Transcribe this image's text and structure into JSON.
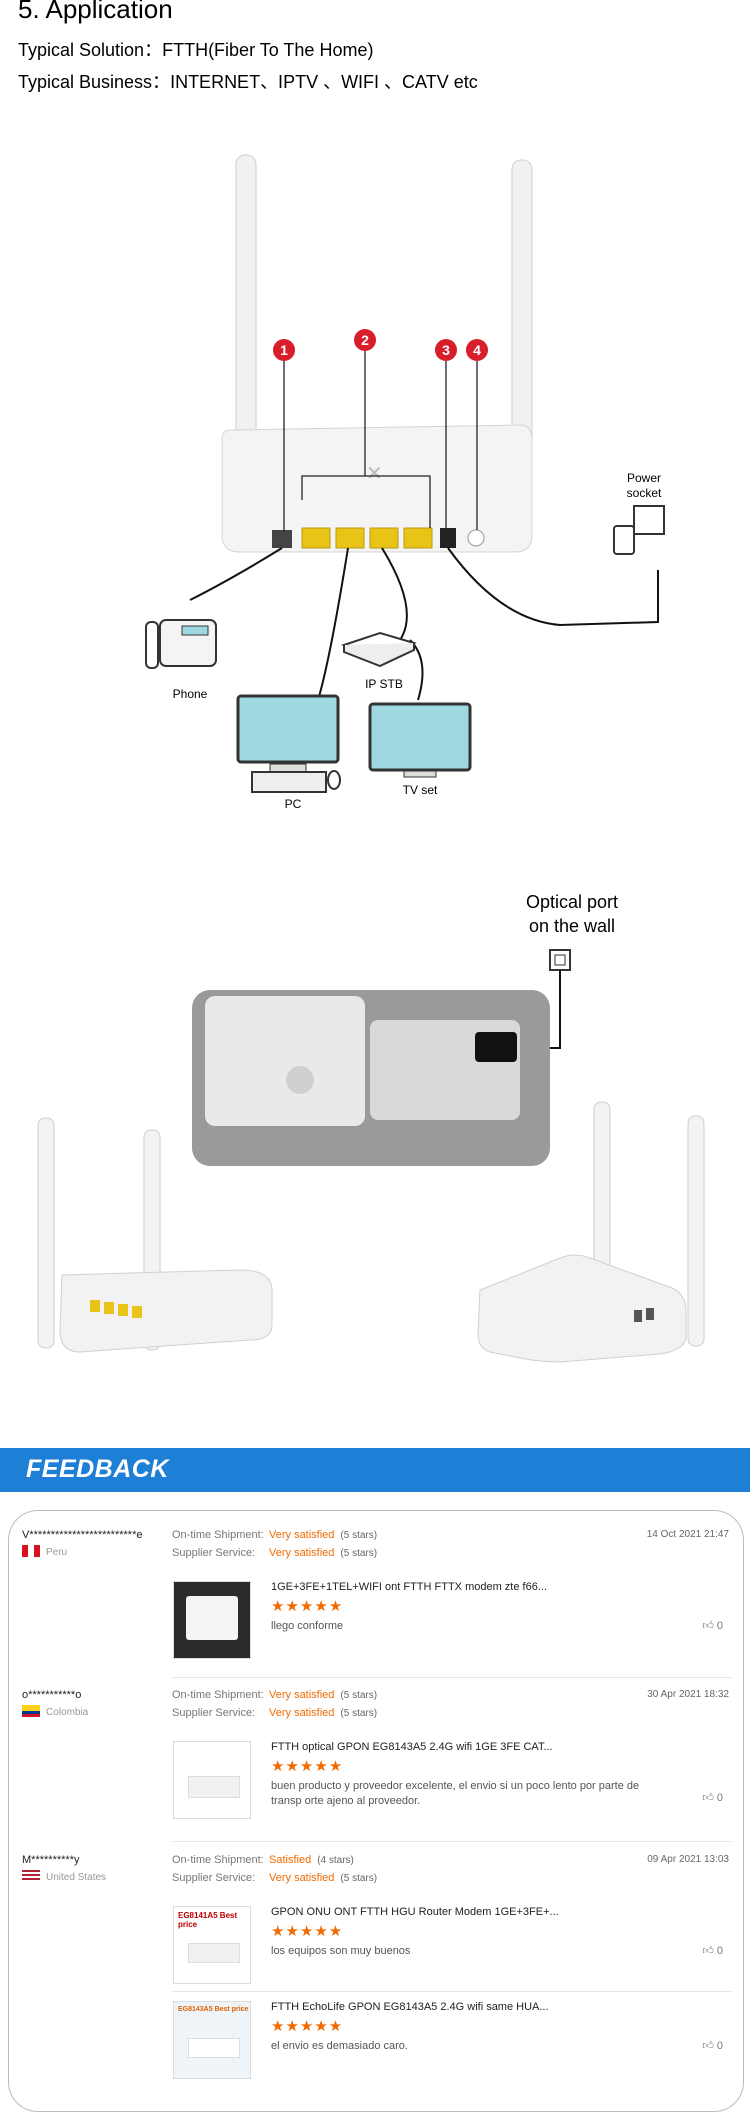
{
  "section": {
    "title": "5. Application",
    "solution_label": "Typical Solution：",
    "solution_value": "FTTH(Fiber To The Home)",
    "business_label": "Typical Business：",
    "business_value": "INTERNET、IPTV 、WIFI 、CATV etc"
  },
  "diagram": {
    "markers": [
      "1",
      "2",
      "3",
      "4"
    ],
    "labels": {
      "phone": "Phone",
      "pc": "PC",
      "stb": "IP STB",
      "tv": "TV set",
      "power_line1": "Power",
      "power_line2": "socket",
      "optical_line1": "Optical port",
      "optical_line2": "on the wall"
    }
  },
  "feedback": {
    "title": "FEEDBACK",
    "reviews": [
      {
        "user": "V*************************e",
        "country": "Peru",
        "shipment_label": "On-time Shipment:",
        "shipment_value": "Very satisfied",
        "shipment_stars": "(5 stars)",
        "supplier_label": "Supplier Service:",
        "supplier_value": "Very satisfied",
        "supplier_stars": "(5 stars)",
        "date": "14 Oct 2021 21:47",
        "product": "1GE+3FE+1TEL+WIFI ont FTTH FTTX modem zte f66...",
        "rating": "★★★★★",
        "comment": "llego conforme",
        "likes": "0"
      },
      {
        "user": "o***********o",
        "country": "Colombia",
        "shipment_label": "On-time Shipment:",
        "shipment_value": "Very satisfied",
        "shipment_stars": "(5 stars)",
        "supplier_label": "Supplier Service:",
        "supplier_value": "Very satisfied",
        "supplier_stars": "(5 stars)",
        "date": "30 Apr 2021 18:32",
        "product": "FTTH optical GPON EG8143A5 2.4G wifi 1GE 3FE CAT...",
        "rating": "★★★★★",
        "comment": "buen producto y proveedor excelente, el envio si un poco lento por parte de transp orte ajeno al proveedor.",
        "likes": "0"
      },
      {
        "user": "M**********y",
        "country": "United States",
        "shipment_label": "On-time Shipment:",
        "shipment_value": "Satisfied",
        "shipment_stars": "(4 stars)",
        "supplier_label": "Supplier Service:",
        "supplier_value": "Very satisfied",
        "supplier_stars": "(5 stars)",
        "date": "09 Apr 2021 13:03",
        "product": "GPON ONU ONT FTTH HGU Router Modem 1GE+3FE+...",
        "rating": "★★★★★",
        "comment": "los equipos son muy buenos",
        "likes": "0",
        "thumb_text": "EG8141A5 Best price"
      },
      {
        "product": "FTTH EchoLife GPON EG8143A5 2.4G wifi same HUA...",
        "rating": "★★★★★",
        "comment": "el envio es demasiado caro.",
        "likes": "0",
        "thumb_text": "EG8143A5 Best price"
      }
    ]
  },
  "colors": {
    "accent_blue": "#1e7fd6",
    "rating_orange": "#f06a00",
    "marker_red": "#d81e2a",
    "port_yellow": "#e8c417"
  }
}
